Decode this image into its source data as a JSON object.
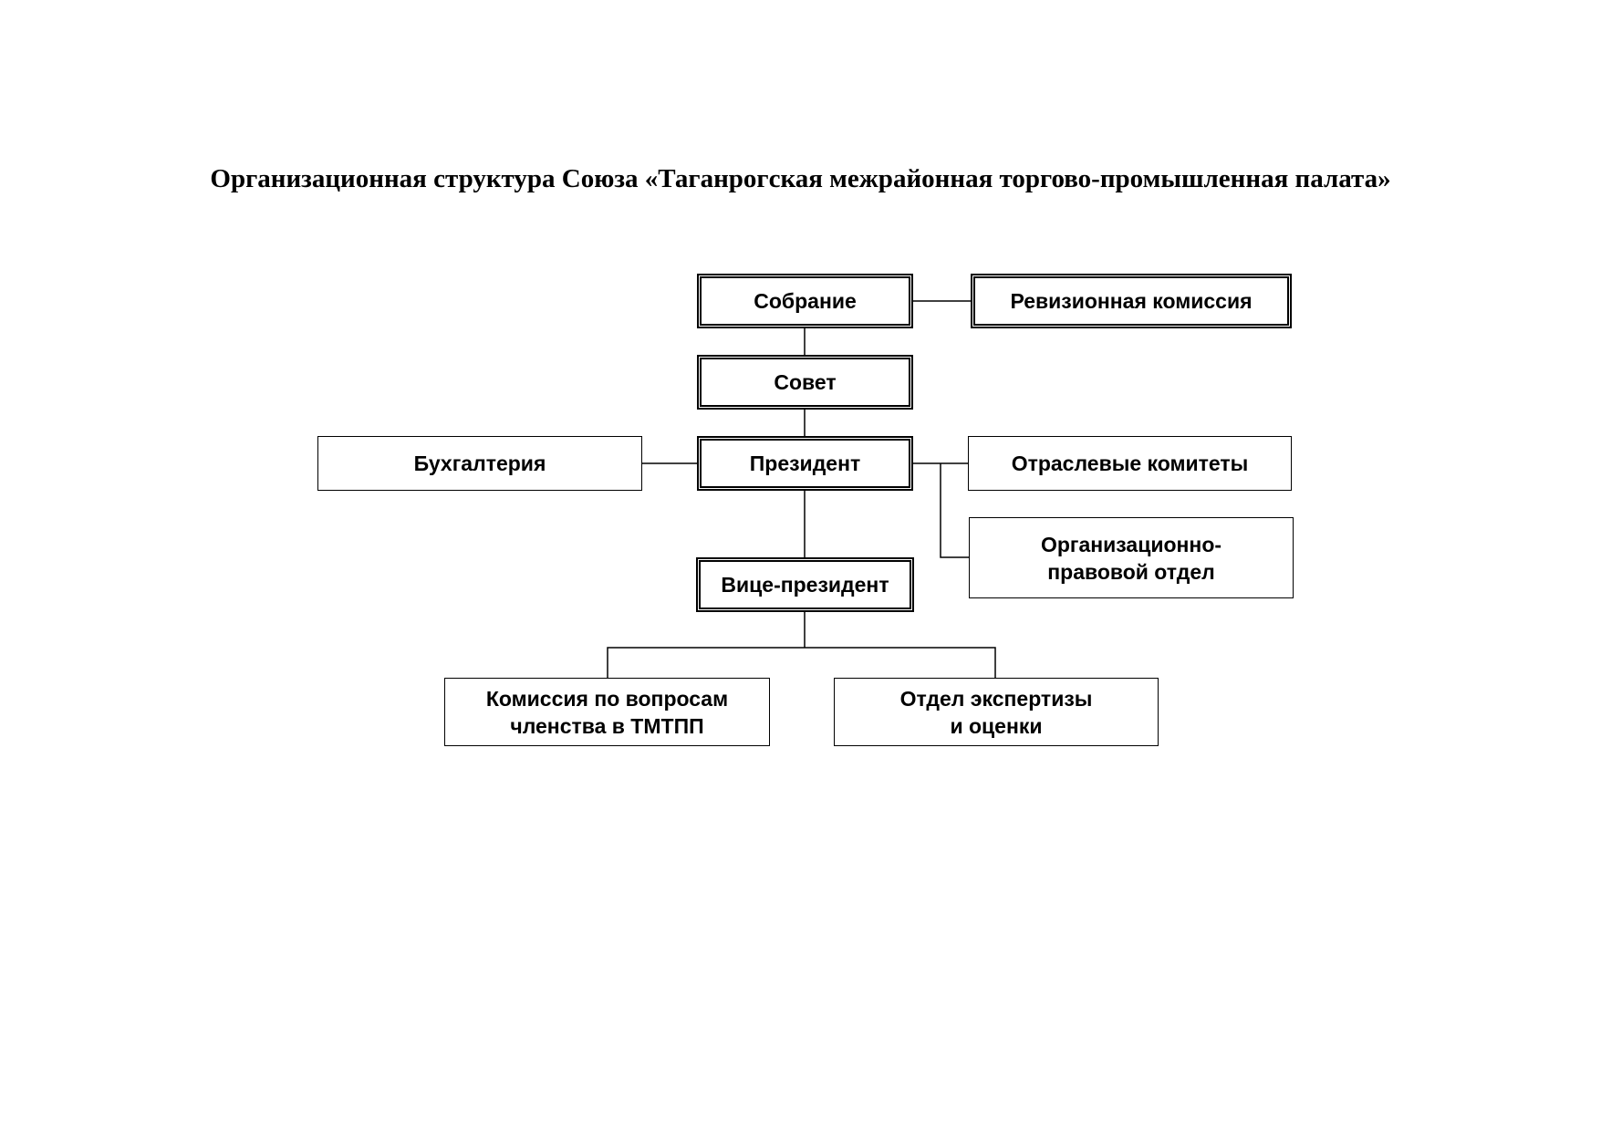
{
  "title": "Организационная структура Союза «Таганрогская межрайонная торгово-промышленная палата»",
  "nodes": {
    "assembly": "Собрание",
    "audit": "Ревизионная комиссия",
    "council": "Совет",
    "president": "Президент",
    "accounting": "Бухгалтерия",
    "committees": "Отраслевые комитеты",
    "legal_line1": "Организационно-",
    "legal_line2": "правовой отдел",
    "vice": "Вице-президент",
    "membership_line1": "Комиссия по вопросам",
    "membership_line2": "членства в ТМТПП",
    "expertise_line1": "Отдел экспертизы",
    "expertise_line2": "и оценки"
  }
}
